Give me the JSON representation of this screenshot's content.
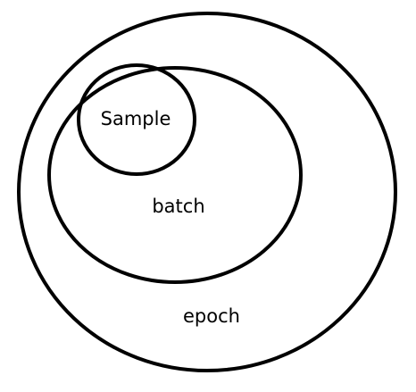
{
  "diagram": {
    "labels": {
      "inner": "Sample",
      "middle": "batch",
      "outer": "epoch"
    },
    "colors": {
      "stroke": "#000000",
      "background": "#ffffff",
      "text": "#000000"
    }
  }
}
